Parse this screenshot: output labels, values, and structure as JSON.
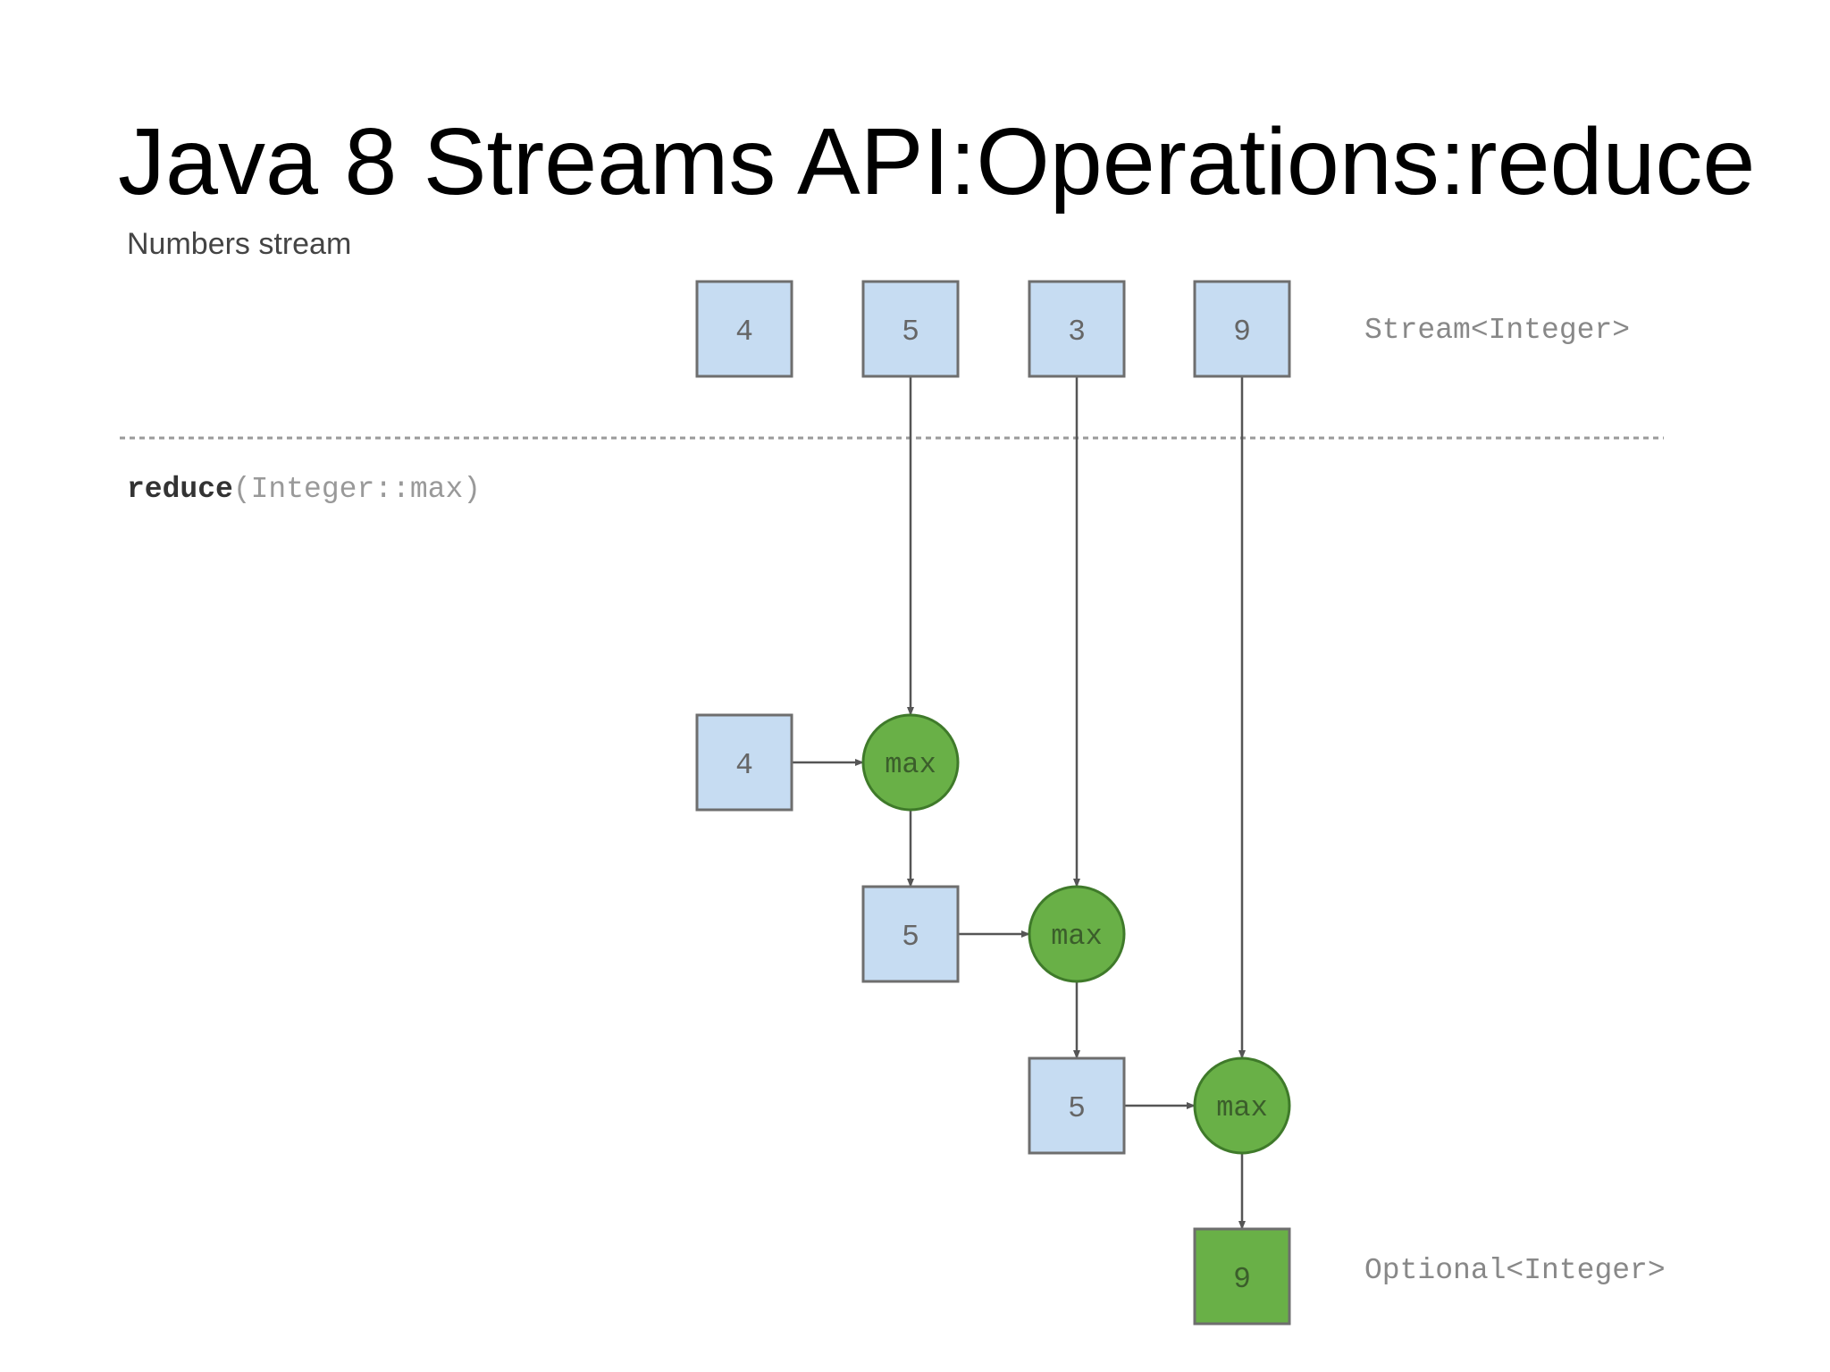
{
  "slide": {
    "title": "Java 8 Streams API:Operations:reduce"
  },
  "diagram": {
    "section_label": "Numbers stream",
    "operation": {
      "keyword": "reduce",
      "args": "(Integer::max)"
    },
    "input_type_label": "Stream<Integer>",
    "output_type_label": "Optional<Integer>",
    "stream_values": [
      "4",
      "5",
      "3",
      "9"
    ],
    "steps": [
      {
        "accumulator": "4",
        "op": "max"
      },
      {
        "accumulator": "5",
        "op": "max"
      },
      {
        "accumulator": "5",
        "op": "max"
      }
    ],
    "result": "9",
    "colors": {
      "value_box_fill": "#c6dcf2",
      "box_stroke": "#6e6e6e",
      "op_fill": "#69b047",
      "op_stroke": "#3f7a2a",
      "result_fill": "#69b047",
      "divider": "#9a9a9a",
      "arrow": "#555555",
      "label_text": "#888888",
      "box_text": "#666666",
      "op_text": "#3b5e2b"
    }
  }
}
